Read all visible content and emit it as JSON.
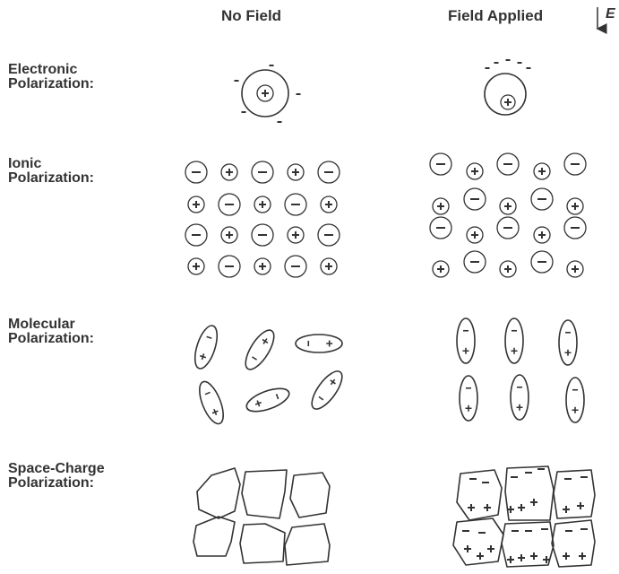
{
  "headers": {
    "no_field": "No Field",
    "field_applied": "Field Applied",
    "field_symbol": "E"
  },
  "rows": [
    {
      "line1": "Electronic",
      "line2": "Polarization:"
    },
    {
      "line1": "Ionic",
      "line2": "Polarization:"
    },
    {
      "line1": "Molecular",
      "line2": "Polarization:"
    },
    {
      "line1": "Space-Charge",
      "line2": "Polarization:"
    }
  ]
}
